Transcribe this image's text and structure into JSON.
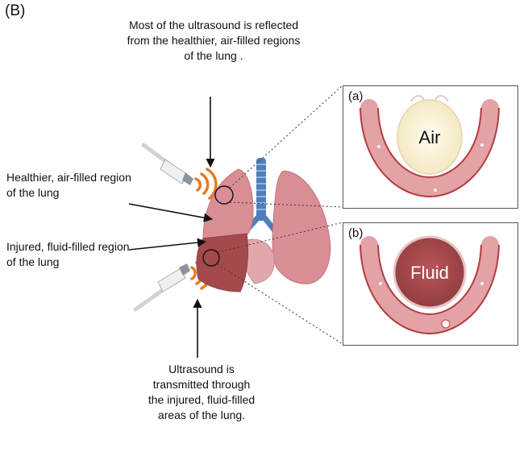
{
  "panel_label": "(B)",
  "captions": {
    "top": "Most of the ultrasound is reflected from the healthier, air-filled regions of the lung .",
    "healthy": "Healthier, air-filled region of the lung",
    "injured": "Injured, fluid-filled region of the lung",
    "bottom": "Ultrasound is transmitted through the injured, fluid-filled areas of the lung."
  },
  "insets": {
    "a": {
      "tag": "(a)",
      "content": "Air"
    },
    "b": {
      "tag": "(b)",
      "content": "Fluid"
    }
  },
  "colors": {
    "lung_healthy": "#d98e96",
    "lung_injured": "#a44a4d",
    "airway": "#4f7fb8",
    "wave": "#e87b1e",
    "pleura": "#e3a2a6",
    "air": "#fbf3dc",
    "fluid": "#a9484c"
  }
}
